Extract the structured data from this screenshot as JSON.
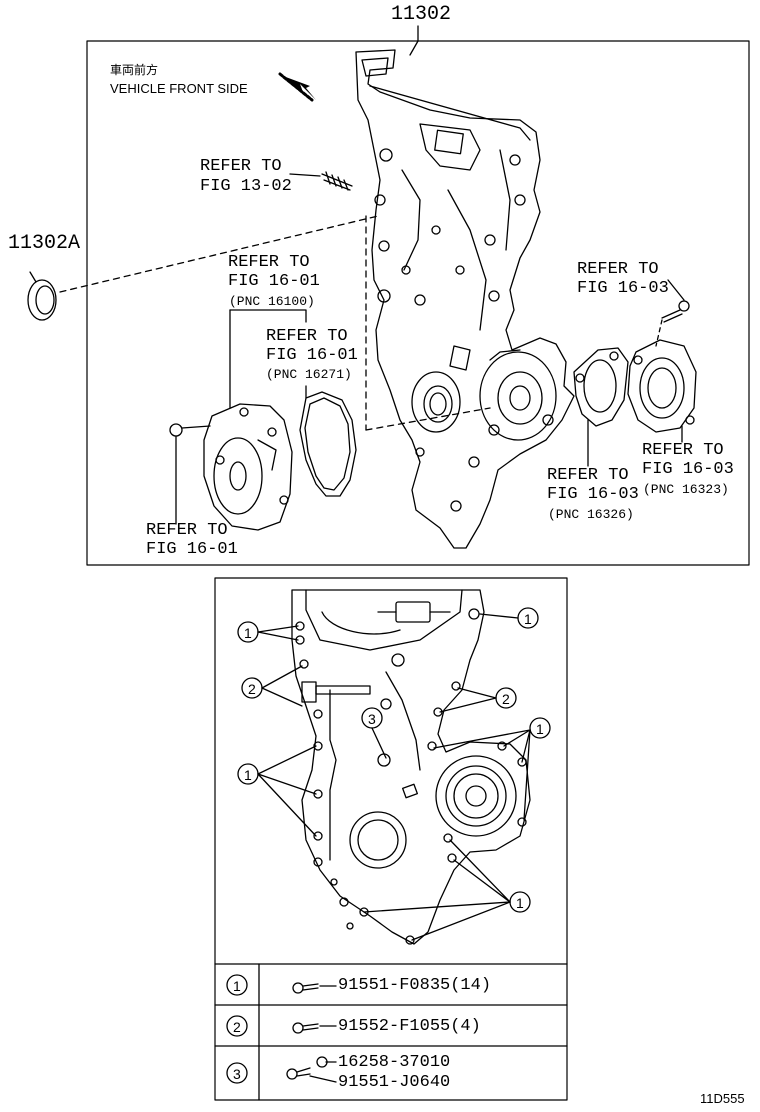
{
  "main_part_number": "11302",
  "seal_part_number": "11302A",
  "direction_label_jp": "車両前方",
  "direction_label_en": "VEHICLE FRONT SIDE",
  "refer_labels": [
    {
      "line1": "REFER TO",
      "line2": "FIG 13-02"
    },
    {
      "line1": "REFER TO",
      "line2": "FIG 16-01",
      "line3": "(PNC 16100)"
    },
    {
      "line1": "REFER TO",
      "line2": "FIG 16-01",
      "line3": "(PNC 16271)"
    },
    {
      "line1": "REFER TO",
      "line2": "FIG 16-03"
    },
    {
      "line1": "REFER TO",
      "line2": "FIG 16-03",
      "line3": "(PNC 16323)"
    },
    {
      "line1": "REFER TO",
      "line2": "FIG 16-03",
      "line3": "(PNC 16326)"
    },
    {
      "line1": "REFER TO",
      "line2": "FIG 16-01"
    }
  ],
  "callout_numbers": [
    "1",
    "2",
    "3"
  ],
  "legend": [
    {
      "key": "1",
      "parts": [
        "91551-F0835(14)"
      ]
    },
    {
      "key": "2",
      "parts": [
        "91552-F1055(4)"
      ]
    },
    {
      "key": "3",
      "parts": [
        "16258-37010",
        "91551-J0640"
      ]
    }
  ],
  "figure_code": "11D555"
}
